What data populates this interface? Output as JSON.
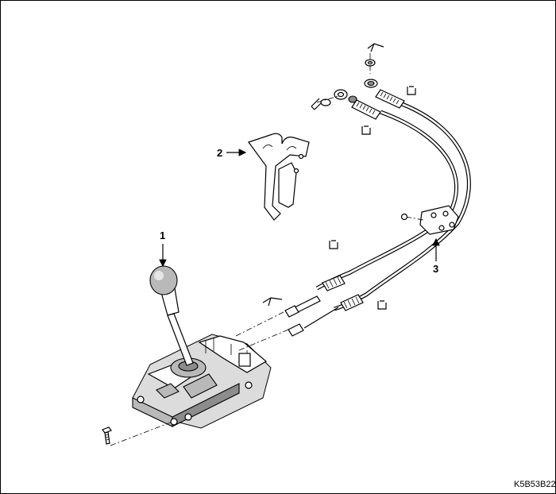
{
  "diagram": {
    "callouts": [
      {
        "id": "1",
        "label": "1"
      },
      {
        "id": "2",
        "label": "2"
      },
      {
        "id": "3",
        "label": "3"
      }
    ],
    "figure_code": "K5B53B22"
  }
}
